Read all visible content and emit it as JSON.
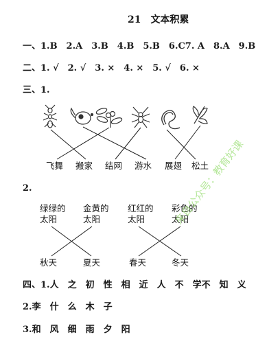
{
  "title": "21　文本积累",
  "q1": "一、1.B　2.A　3.B　4.B　5.B　6.C7. A　8.A　9.B",
  "q2": "二、1. √　2. √　3. ×　4. ×　5. √　6. ×",
  "q3_label": "三、1.",
  "animals": [
    {
      "name": "ant-icon"
    },
    {
      "name": "tadpole-icon"
    },
    {
      "name": "dragonfly-icon"
    },
    {
      "name": "spider-icon"
    },
    {
      "name": "earthworm-icon"
    },
    {
      "name": "butterfly-icon"
    }
  ],
  "words_row1": [
    "飞舞",
    "搬家",
    "结网",
    "游水",
    "展翅",
    "松土"
  ],
  "q2_label": "2.",
  "adjectives": [
    "绿绿的",
    "金黄的",
    "红红的",
    "彩色的"
  ],
  "sun_word": "太阳",
  "seasons": [
    "秋天",
    "夏天",
    "春天",
    "冬天"
  ],
  "q4_1": "四、1.人　之　初　性　相　近　人　不　学不　知　义",
  "q4_2": "2.李　什　么　木　子",
  "q4_3": "3.和　风　细　雨　夕　阳",
  "watermark": "来自公众号：教育好课"
}
